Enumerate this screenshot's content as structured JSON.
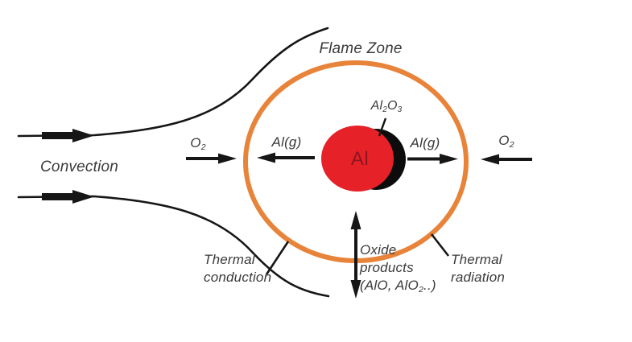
{
  "labels": {
    "flame_zone": "Flame Zone",
    "convection": "Convection",
    "o2_left": {
      "base": "O",
      "sub": "2"
    },
    "o2_right": {
      "base": "O",
      "sub": "2"
    },
    "al_g_left": "Al(g)",
    "al_g_right": "Al(g)",
    "particle_core": "Al",
    "oxide_cap": {
      "p1": "Al",
      "s1": "2",
      "p2": "O",
      "s2": "3"
    },
    "thermal_conduction": {
      "line1": "Thermal",
      "line2": "conduction"
    },
    "oxide_products": {
      "line1": "Oxide",
      "line2": "products",
      "line3_pre": "(AlO, AlO",
      "line3_sub": "2",
      "line3_post": "..)"
    },
    "thermal_radiation": {
      "line1": "Thermal",
      "line2": "radiation"
    }
  },
  "colors": {
    "flame_ring": "#e8833a",
    "particle_red": "#e62128",
    "particle_text": "#8e1620",
    "oxide_cap": "#0c0c0c",
    "line_black": "#161616",
    "label_text": "#3a3a3a"
  }
}
